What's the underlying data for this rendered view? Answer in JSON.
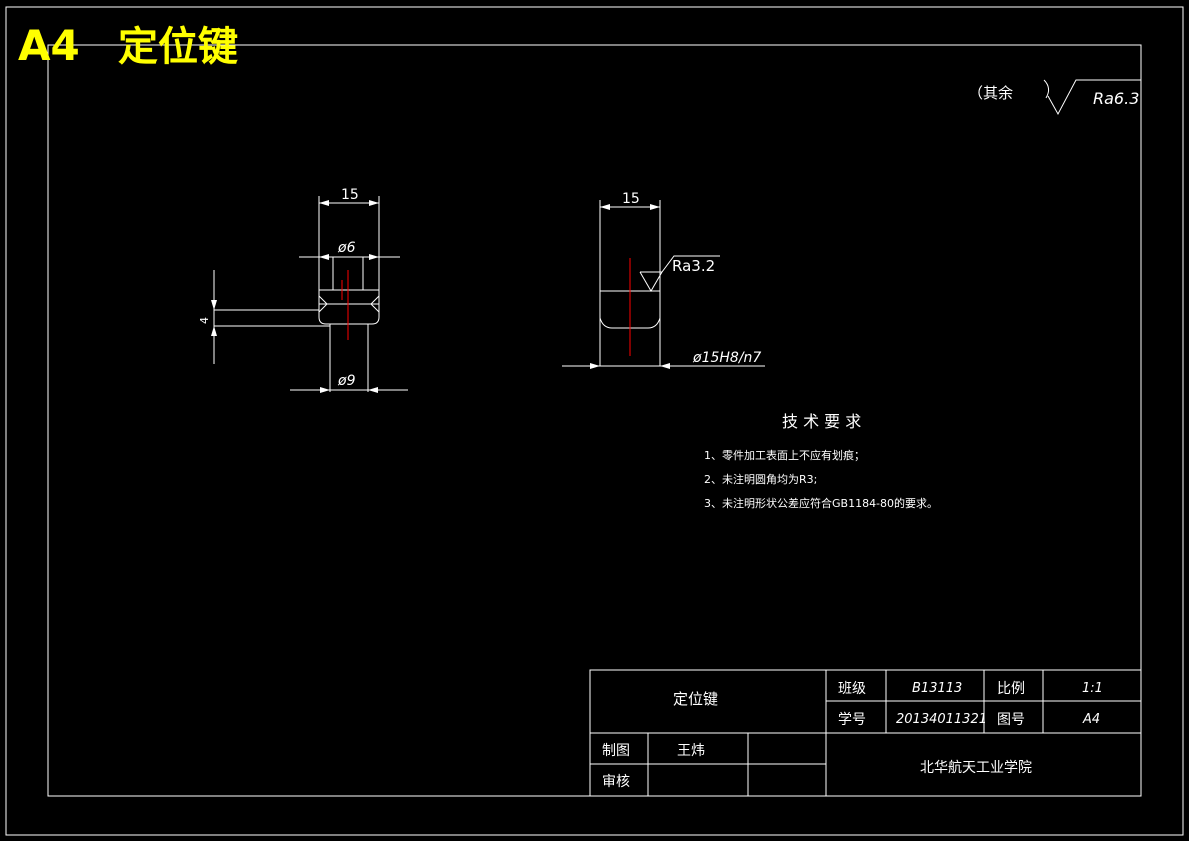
{
  "header": {
    "sheet_size": "A4",
    "part_name": "定位键"
  },
  "roughness_note": {
    "prefix": "（其余",
    "value": "Ra6.3"
  },
  "left_view": {
    "dim_top": "15",
    "dim_hole": "ø6",
    "dim_height": "4",
    "dim_bottom": "ø9"
  },
  "right_view": {
    "dim_top": "15",
    "roughness": "Ra3.2",
    "dim_fit": "ø15H8/n7"
  },
  "tech_requirements": {
    "title": "技 术 要 求",
    "items": [
      "1、零件加工表面上不应有划痕；",
      "2、未注明圆角均为R3;",
      "3、未注明形状公差应符合GB1184-80的要求。"
    ]
  },
  "title_block": {
    "part_name": "定位键",
    "class_label": "班级",
    "class_value": "B13113",
    "scale_label": "比例",
    "scale_value": "1:1",
    "id_label": "学号",
    "id_value": "20134011321",
    "drawing_no_label": "图号",
    "drawing_no_value": "A4",
    "drafter_label": "制图",
    "drafter_value": "王炜",
    "checker_label": "审核",
    "school": "北华航天工业学院"
  },
  "colors": {
    "background": "#000000",
    "lines": "#ffffff",
    "centerline": "#ff0000",
    "header_text": "#ffff00"
  }
}
